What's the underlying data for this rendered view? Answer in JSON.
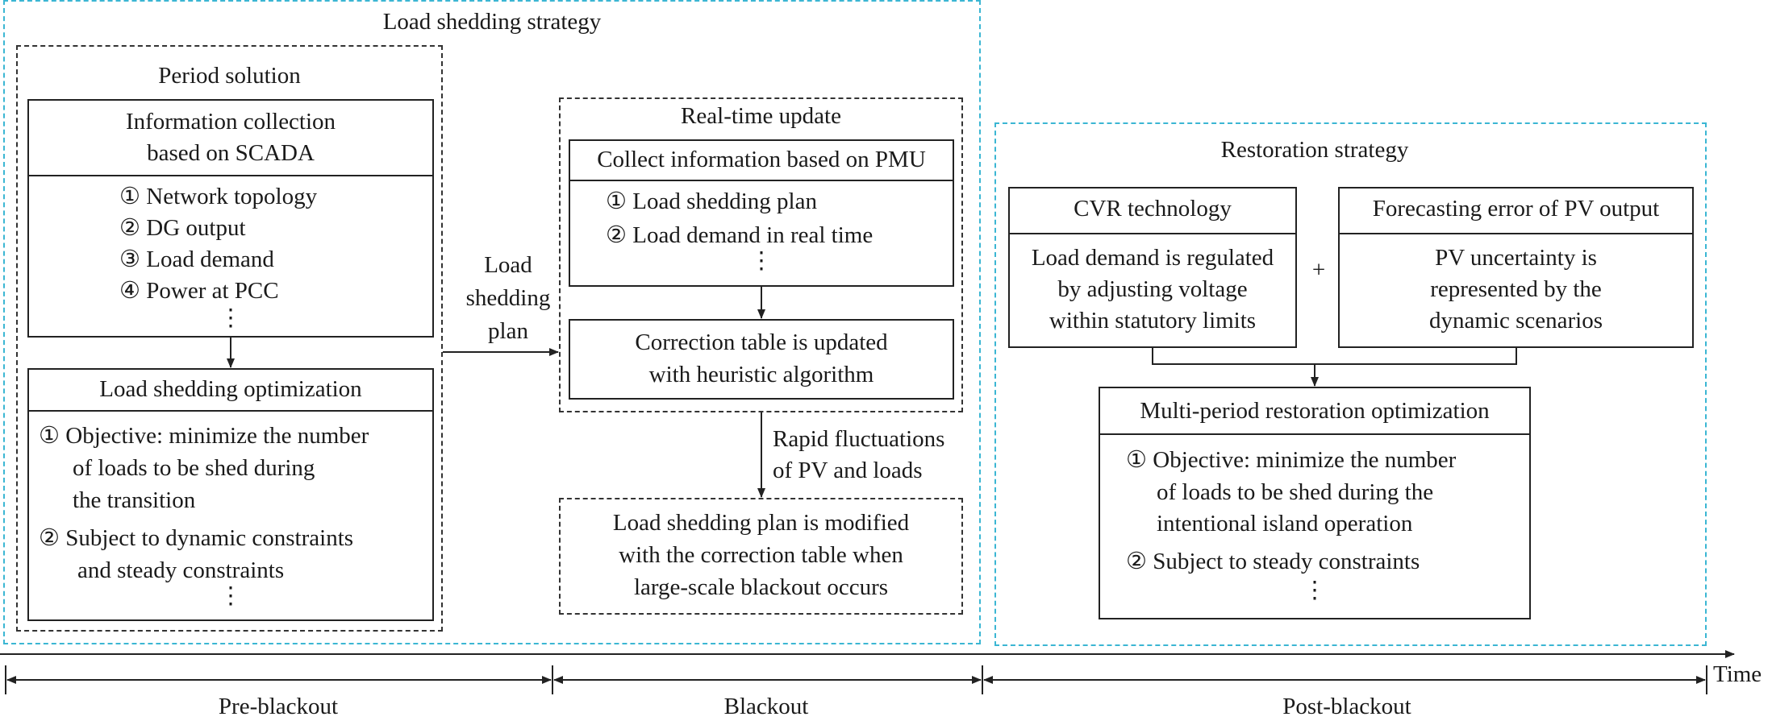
{
  "load_shedding_strategy": {
    "title": "Load shedding strategy",
    "period_solution": {
      "title": "Period solution",
      "info_box": {
        "title_line1": "Information collection",
        "title_line2": "based on SCADA",
        "items": [
          "① Network topology",
          "② DG output",
          "③ Load demand",
          "④ Power at PCC"
        ],
        "ellipsis": "⋮"
      },
      "opt_box": {
        "title": "Load shedding optimization",
        "lines": [
          "① Objective: minimize the number",
          "of loads to be shed during",
          "the transition",
          "② Subject to dynamic constraints",
          "and steady constraints"
        ],
        "ellipsis": "⋮"
      }
    },
    "arrow_label": [
      "Load",
      "shedding",
      "plan"
    ],
    "realtime": {
      "title": "Real-time update",
      "pmu_box": {
        "title": "Collect information based on PMU",
        "items": [
          "① Load shedding plan",
          "② Load demand in real time"
        ],
        "ellipsis": "⋮"
      },
      "correction_box": [
        "Correction table is updated",
        "with heuristic algorithm"
      ]
    },
    "fluct_label": [
      "Rapid fluctuations",
      "of PV and loads"
    ],
    "modified_box": [
      "Load shedding plan is modified",
      "with the correction table when",
      "large-scale blackout occurs"
    ]
  },
  "restoration_strategy": {
    "title": "Restoration strategy",
    "cvr": {
      "title": "CVR technology",
      "lines": [
        "Load demand is regulated",
        "by adjusting voltage",
        "within statutory limits"
      ]
    },
    "plus": "+",
    "pv": {
      "title": "Forecasting error of PV output",
      "lines": [
        "PV uncertainty is",
        "represented by the",
        "dynamic scenarios"
      ]
    },
    "multi": {
      "title": "Multi-period restoration optimization",
      "lines": [
        "① Objective: minimize the number",
        "of loads to be shed during the",
        "intentional island operation",
        "② Subject to steady constraints"
      ],
      "ellipsis": "⋮"
    }
  },
  "timeline": {
    "axis_label": "Time",
    "phases": [
      "Pre-blackout",
      "Blackout",
      "Post-blackout"
    ]
  }
}
